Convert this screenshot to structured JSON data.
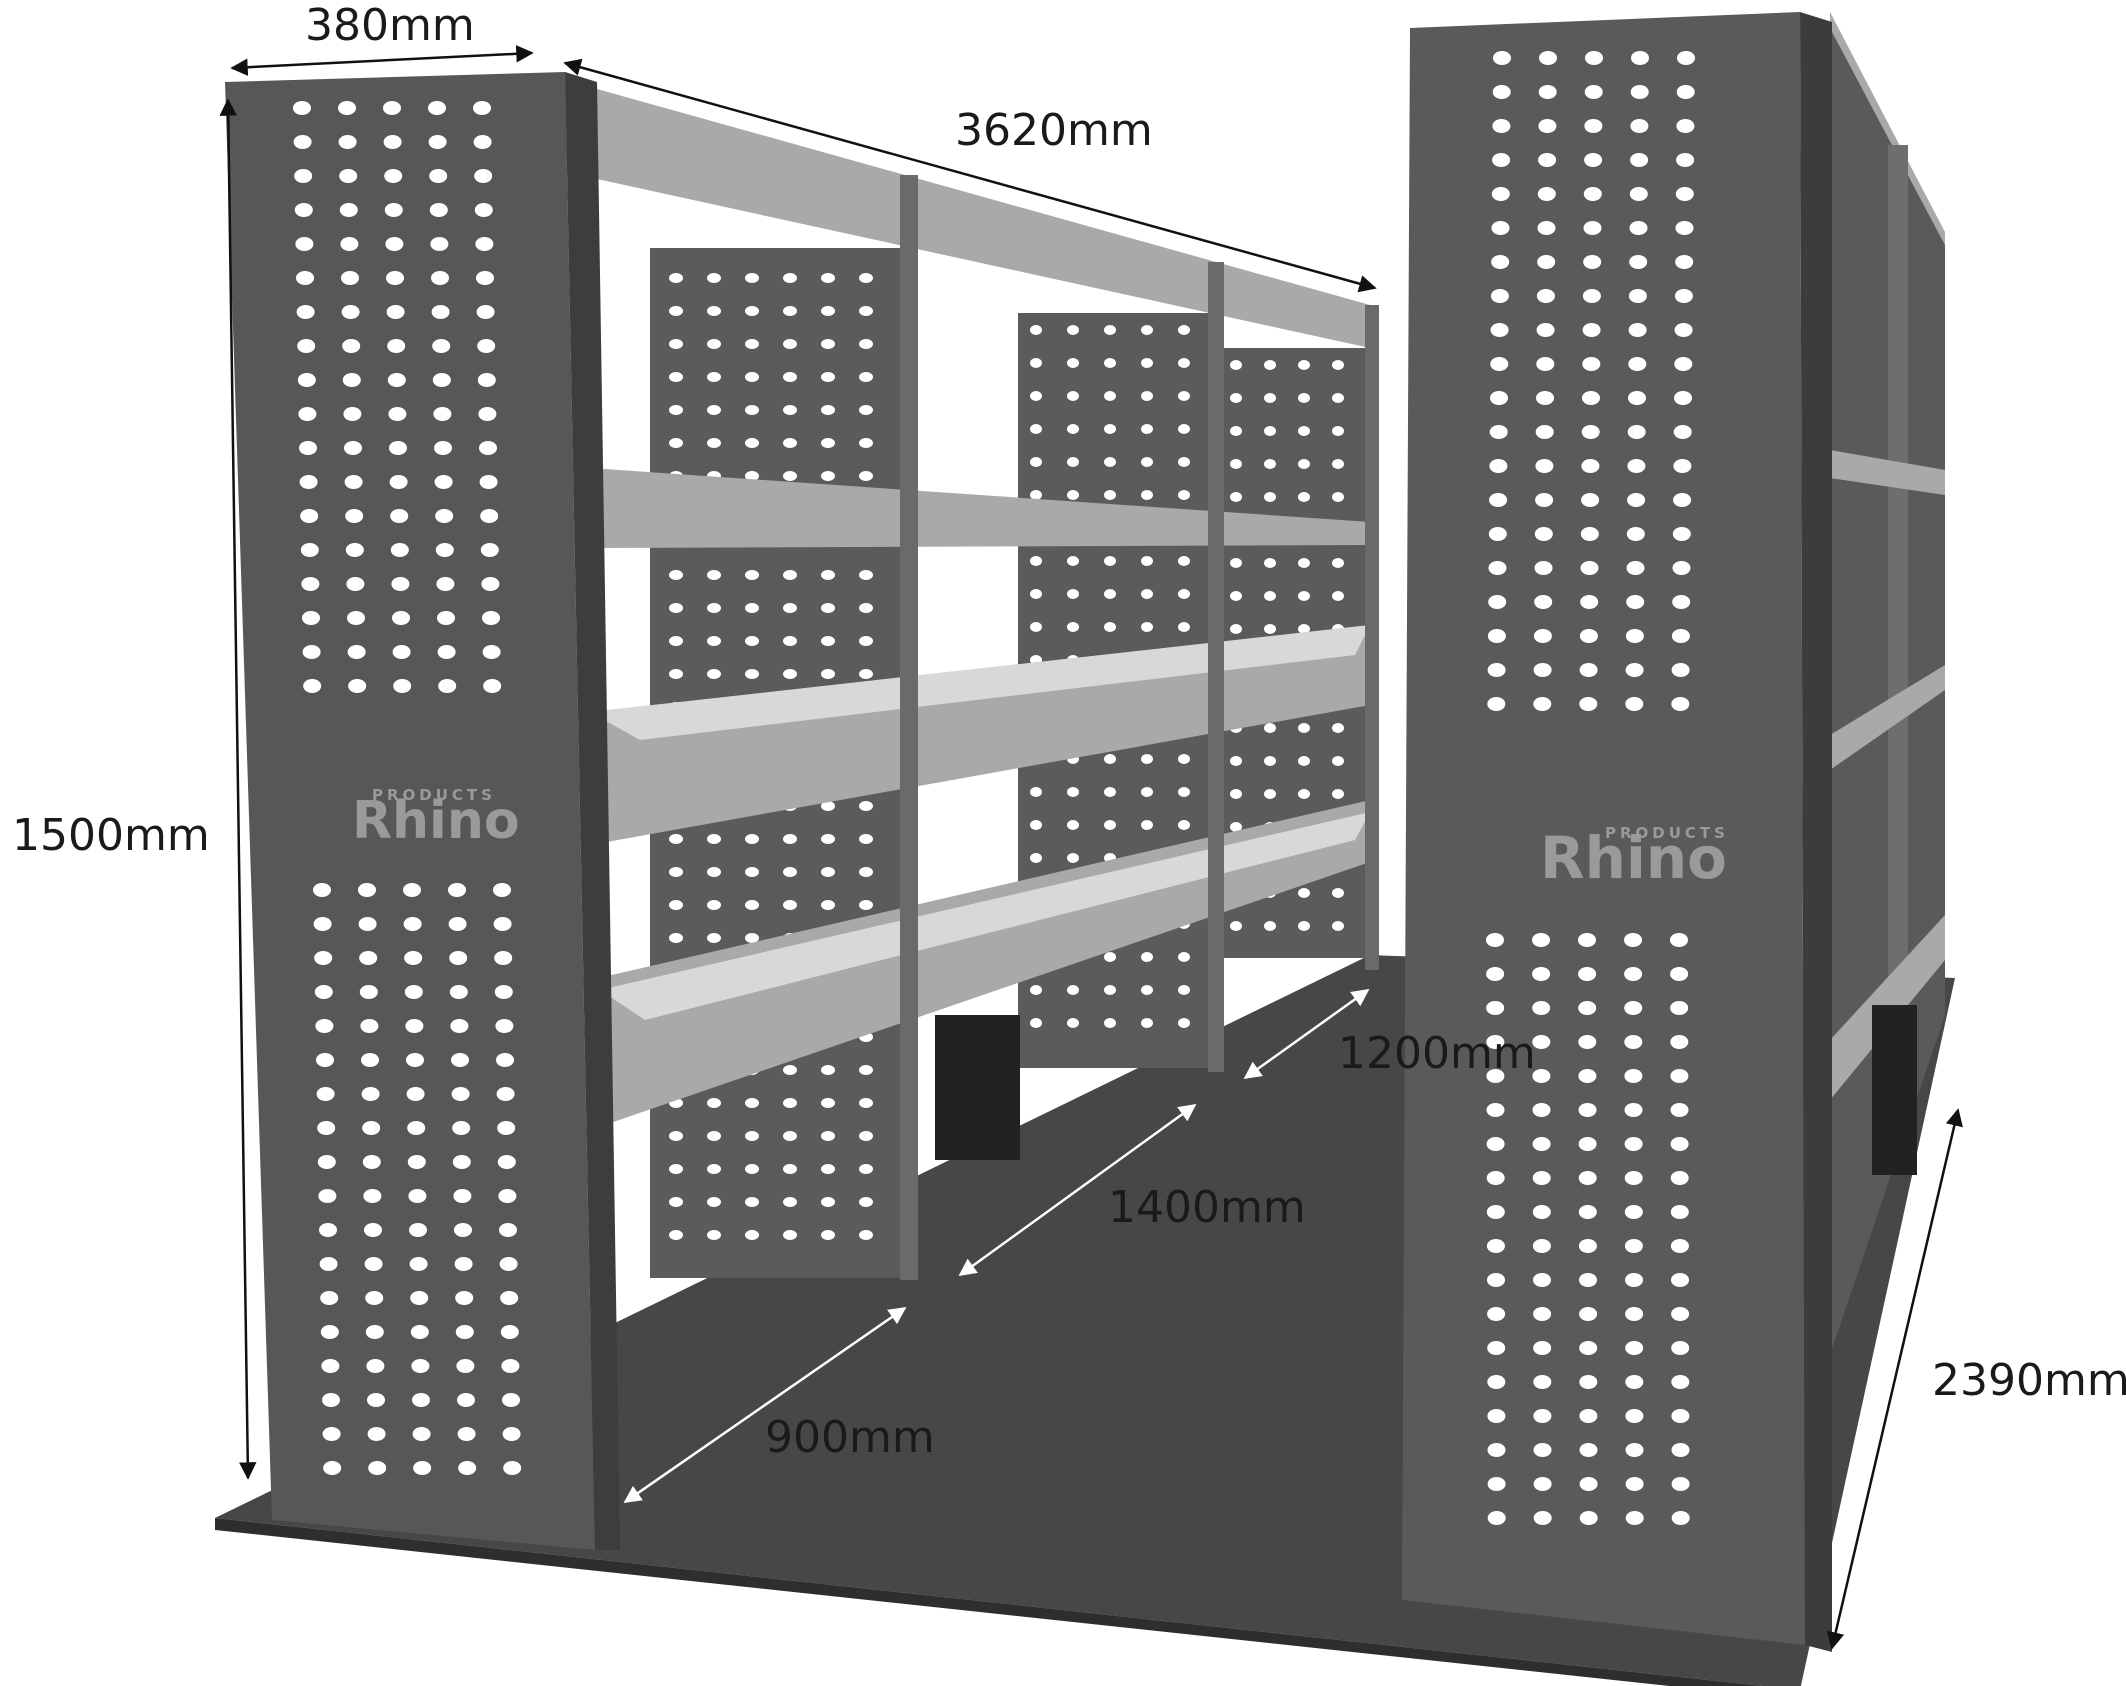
{
  "dimensions": {
    "depth": "380mm",
    "length": "3620mm",
    "height": "1500mm",
    "bay_1200": "1200mm",
    "bay_1400": "1400mm",
    "bay_900": "900mm",
    "width": "2390mm"
  },
  "brand": {
    "name": "Rhino",
    "sub": "PRODUCTS"
  },
  "colors": {
    "panel": "#5a5a5a",
    "shelf": "#a8a8a8",
    "floor": "#474747",
    "hole": "#ffffff"
  }
}
